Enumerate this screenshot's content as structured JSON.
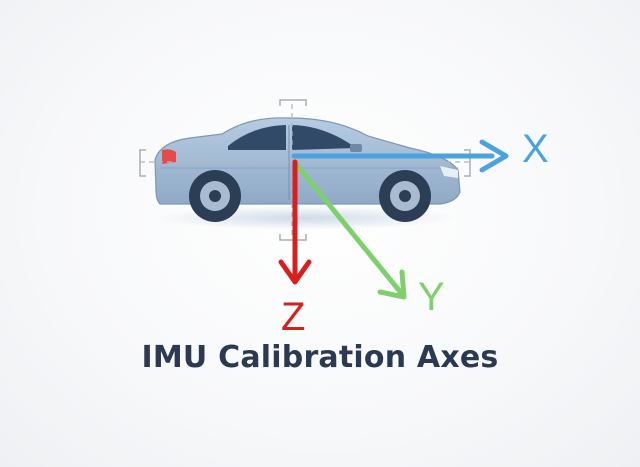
{
  "title": "IMU Calibration Axes",
  "axes": [
    {
      "id": "x",
      "label": "X",
      "color": "#4aa3de"
    },
    {
      "id": "y",
      "label": "Y",
      "color": "#7fcf6f"
    },
    {
      "id": "z",
      "label": "Z",
      "color": "#d81e1e"
    }
  ],
  "colors": {
    "title": "#2b3a52",
    "car_body": "#9fbad6",
    "car_window": "#304a68",
    "wheel": "#2c3e55",
    "bracket": "#a9aeb5"
  },
  "icons": [
    "car-icon",
    "mount-bracket-icon"
  ]
}
